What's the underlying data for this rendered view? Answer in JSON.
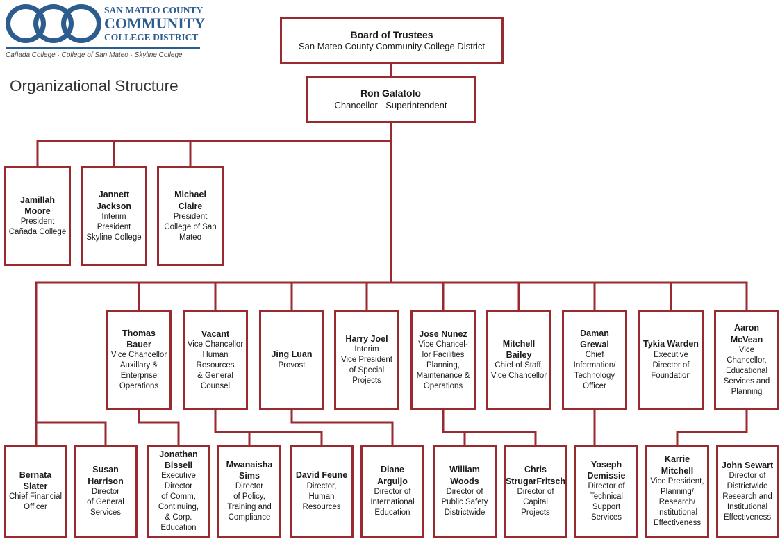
{
  "header": {
    "logo": {
      "line1": "SAN MATEO COUNTY",
      "line2": "COMMUNITY",
      "line3": "COLLEGE DISTRICT",
      "colleges": "Cañada College · College of San Mateo · Skyline College"
    },
    "title": "Organizational Structure"
  },
  "board": {
    "name": "Board of Trustees",
    "lines": [
      "San Mateo County Community College District"
    ]
  },
  "chancellor": {
    "name": "Ron Galatolo",
    "lines": [
      "Chancellor - Superintendent"
    ]
  },
  "presidents": [
    {
      "name": [
        "Jamillah",
        "Moore"
      ],
      "lines": [
        "President",
        "Cañada College"
      ]
    },
    {
      "name": [
        "Jannett",
        "Jackson"
      ],
      "lines": [
        "Interim",
        "President",
        "Skyline College"
      ]
    },
    {
      "name": [
        "Michael Claire"
      ],
      "lines": [
        "President",
        "College of San",
        "Mateo"
      ]
    }
  ],
  "executives": [
    {
      "name": [
        "Thomas",
        "Bauer"
      ],
      "lines": [
        "Vice Chancellor",
        "Auxillary &",
        "Enterprise",
        "Operations"
      ]
    },
    {
      "name": [
        "Vacant"
      ],
      "lines": [
        "Vice Chancellor",
        "Human",
        "Resources",
        "& General",
        "Counsel"
      ]
    },
    {
      "name": [
        "Jing Luan"
      ],
      "lines": [
        "Provost"
      ]
    },
    {
      "name": [
        "Harry Joel"
      ],
      "lines": [
        "Interim",
        "Vice President",
        "of Special",
        "Projects"
      ]
    },
    {
      "name": [
        "Jose Nunez"
      ],
      "lines": [
        "Vice Chancel-",
        "lor Facilities",
        "Planning,",
        "Maintenance &",
        "Operations"
      ]
    },
    {
      "name": [
        "Mitchell",
        "Bailey"
      ],
      "lines": [
        "Chief of Staff,",
        "Vice Chancellor"
      ]
    },
    {
      "name": [
        "Daman",
        "Grewal"
      ],
      "lines": [
        "Chief",
        "Information/",
        "Technology",
        "Officer"
      ]
    },
    {
      "name": [
        "Tykia Warden"
      ],
      "lines": [
        "Executive",
        "Director of",
        "Foundation"
      ]
    },
    {
      "name": [
        "Aaron",
        "McVean"
      ],
      "lines": [
        "Vice",
        "Chancellor,",
        "Educational",
        "Services and",
        "Planning"
      ]
    }
  ],
  "directors": [
    {
      "name": [
        "Bernata",
        "Slater"
      ],
      "lines": [
        "Chief Financial",
        "Officer"
      ]
    },
    {
      "name": [
        "Susan",
        "Harrison"
      ],
      "lines": [
        "Director",
        "of General",
        "Services"
      ]
    },
    {
      "name": [
        "Jonathan",
        "Bissell"
      ],
      "lines": [
        "Executive",
        "Director",
        "of Comm,",
        "Continuing,",
        "& Corp.",
        "Education"
      ]
    },
    {
      "name": [
        "Mwanaisha",
        "Sims"
      ],
      "lines": [
        "Director",
        "of Policy,",
        "Training and",
        "Compliance"
      ]
    },
    {
      "name": [
        "David Feune"
      ],
      "lines": [
        "Director,",
        "Human",
        "Resources"
      ]
    },
    {
      "name": [
        "Diane",
        "Arguijo"
      ],
      "lines": [
        "Director of",
        "International",
        "Education"
      ]
    },
    {
      "name": [
        "William",
        "Woods"
      ],
      "lines": [
        "Director of",
        "Public Safety",
        "Districtwide"
      ]
    },
    {
      "name": [
        "Chris",
        "StrugarFritsch"
      ],
      "lines": [
        "Director of",
        "Capital Projects"
      ]
    },
    {
      "name": [
        "Yoseph",
        "Demissie"
      ],
      "lines": [
        "Director of",
        "Technical",
        "Support",
        "Services"
      ]
    },
    {
      "name": [
        "Karrie",
        "Mitchell"
      ],
      "lines": [
        "Vice President,",
        "Planning/",
        "Research/",
        "Institutional",
        "Effectiveness"
      ]
    },
    {
      "name": [
        "John Sewart"
      ],
      "lines": [
        "Director of",
        "Districtwide",
        "Research and",
        "Institutional",
        "Effectiveness"
      ]
    }
  ],
  "colors": {
    "border": "#9b2a30",
    "logo": "#2d5d8f",
    "text": "#1a1a1a"
  }
}
